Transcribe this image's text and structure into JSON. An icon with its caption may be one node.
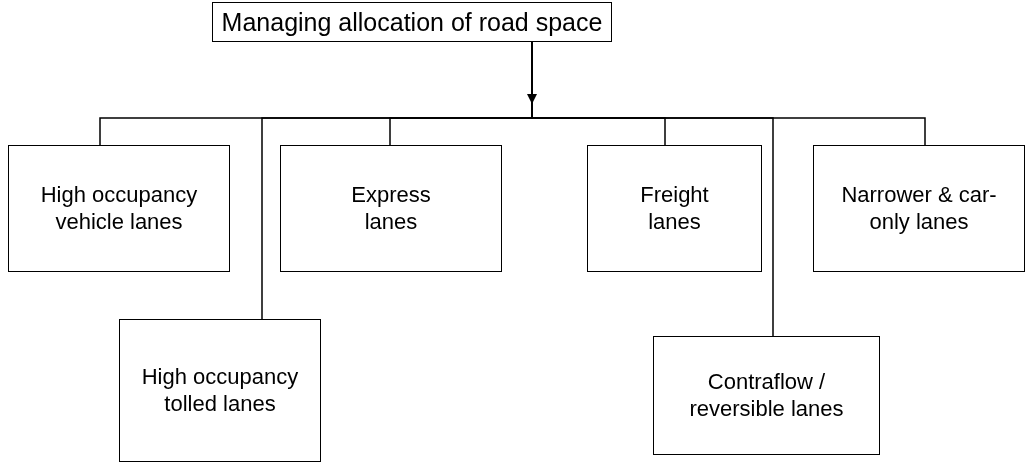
{
  "diagram": {
    "nodes": [
      {
        "text": [
          "Managing allocation of road space"
        ]
      },
      {
        "text": [
          "High occupancy vehicle lanes"
        ]
      },
      {
        "text": [
          "High occupancy tolled lanes"
        ]
      },
      {
        "text": [
          "Express lanes"
        ]
      },
      {
        "text": [
          "Freight lanes"
        ]
      },
      {
        "text": [
          "Contraflow / reversible lanes"
        ]
      },
      {
        "text": [
          "Narrower & car-only lanes"
        ]
      }
    ],
    "edges": [
      {
        "from": 0,
        "to": null,
        "arrow": "to"
      },
      {
        "from": 0,
        "to": 1,
        "arrow": "none"
      },
      {
        "from": 0,
        "to": 2,
        "arrow": "none"
      },
      {
        "from": 0,
        "to": 3,
        "arrow": "none"
      },
      {
        "from": 0,
        "to": 4,
        "arrow": "none"
      },
      {
        "from": 0,
        "to": 5,
        "arrow": "none"
      },
      {
        "from": 0,
        "to": 6,
        "arrow": "none"
      }
    ]
  }
}
